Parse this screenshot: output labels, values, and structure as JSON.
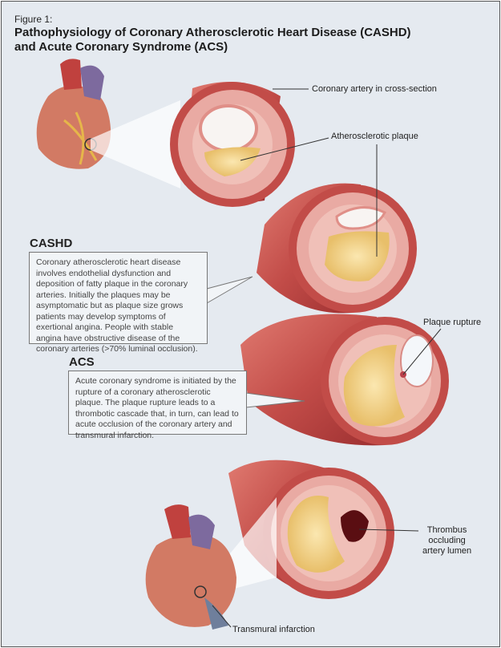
{
  "figure_label": "Figure 1:",
  "title_line1": "Pathophysiology of Coronary Atherosclerotic Heart Disease (CASHD)",
  "title_line2": "and Acute Coronary Syndrome (ACS)",
  "labels": {
    "cross_section": "Coronary artery in cross-section",
    "plaque": "Atherosclerotic plaque",
    "rupture": "Plaque rupture",
    "thrombus": [
      "Thrombus",
      "occluding",
      "artery lumen"
    ],
    "infarction": "Transmural infarction"
  },
  "cashd": {
    "heading": "CASHD",
    "text": "Coronary atherosclerotic heart disease involves endothelial dysfunction and deposition of fatty plaque in the coronary arteries. Initially the plaques may be asymptomatic but as plaque size grows patients may develop symptoms of exertional angina. People with stable angina have obstructive disease of the coronary arteries (>70% luminal occlusion)."
  },
  "acs": {
    "heading": "ACS",
    "text": "Acute coronary syndrome is initiated by the rupture of a coronary atherosclerotic plaque. The plaque rupture leads to a thrombotic cascade that, in turn, can lead to acute occlusion of the coronary artery and transmural infarction."
  },
  "colors": {
    "background": "#e5eaf0",
    "artery": "#c4514e",
    "media": "#e9aaa3",
    "plaque": "#f0cf86",
    "thrombus": "#5a0e12"
  }
}
